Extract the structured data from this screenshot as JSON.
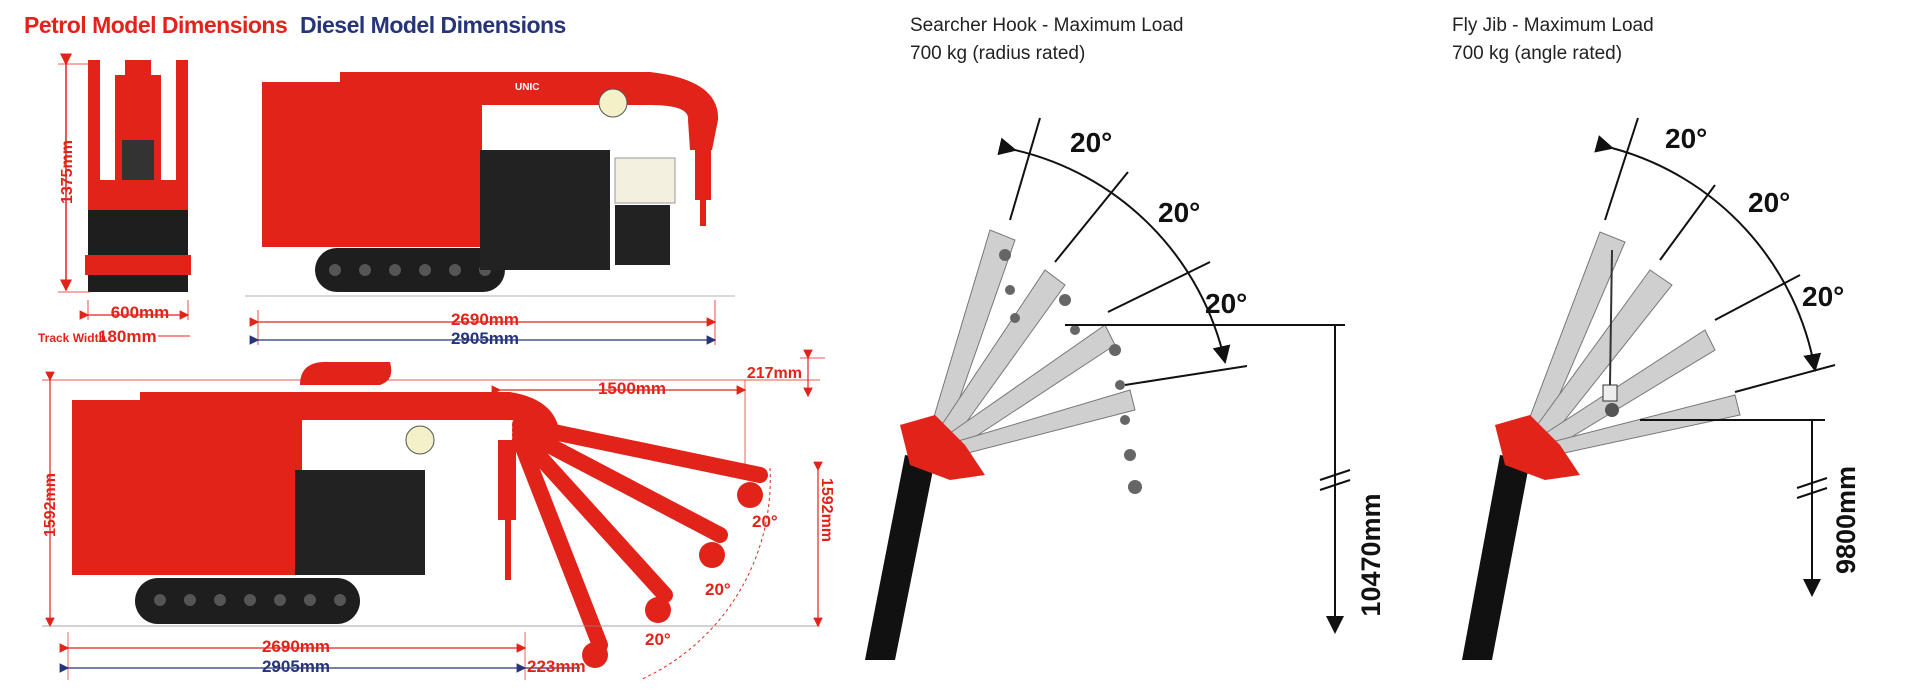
{
  "headers": {
    "petrol": "Petrol Model Dimensions",
    "diesel": "Diesel Model Dimensions"
  },
  "searcher": {
    "title": "Searcher Hook - Maximum Load",
    "subtitle": "700 kg (radius rated)",
    "angles": [
      "20°",
      "20°",
      "20°"
    ],
    "height": "10470mm"
  },
  "flyjib": {
    "title": "Fly Jib - Maximum Load",
    "subtitle": "700 kg (angle rated)",
    "angles": [
      "20°",
      "20°",
      "20°"
    ],
    "height": "9800mm"
  },
  "dims": {
    "front_height": "1375mm",
    "front_width": "600mm",
    "track_width_label": "Track Width",
    "track_width": "180mm",
    "side_len_petrol": "2690mm",
    "side_len_diesel": "2905mm",
    "ext_height": "1592mm",
    "ext_height_right": "1592mm",
    "boom_reach": "1500mm",
    "top_offset": "217mm",
    "bottom_len_petrol": "2690mm",
    "bottom_len_diesel": "2905mm",
    "overhang": "223mm",
    "boom_angles": [
      "20°",
      "20°",
      "20°"
    ]
  },
  "colors": {
    "petrol_red": "#e2231a",
    "diesel_blue": "#26347a",
    "crane_red": "#e2231a",
    "engine_black": "#222222",
    "jib_grey": "#c8c8c8"
  },
  "brand": "UNIC"
}
